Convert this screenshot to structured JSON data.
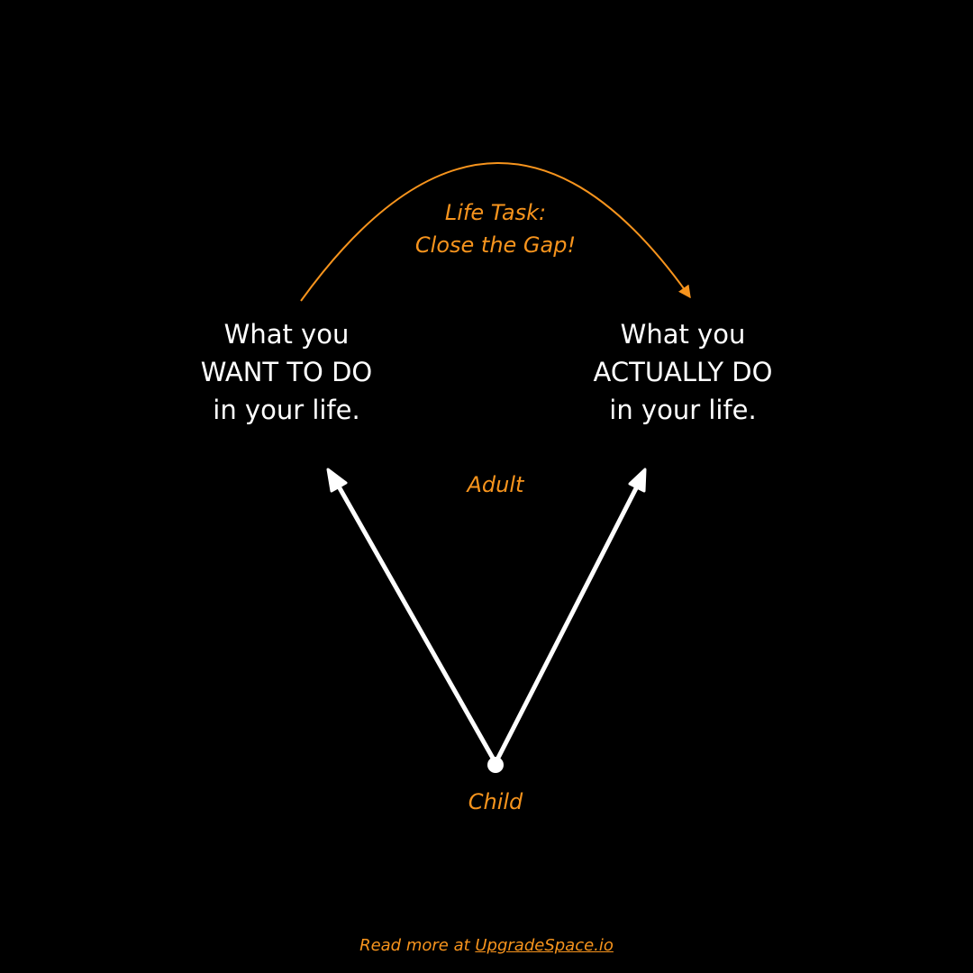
{
  "colors": {
    "background": "#000000",
    "accent": "#f7941d",
    "text": "#ffffff"
  },
  "life_task": {
    "line1": "Life Task:",
    "line2": "Close the Gap!"
  },
  "want_box": {
    "line1": "What you",
    "line2": "WANT TO DO",
    "line3": "in your life."
  },
  "actual_box": {
    "line1": "What you",
    "line2": "ACTUALLY DO",
    "line3": "in your life."
  },
  "adult_label": "Adult",
  "child_label": "Child",
  "footer": {
    "prefix": "Read more at ",
    "link_text": "UpgradeSpace.io"
  }
}
